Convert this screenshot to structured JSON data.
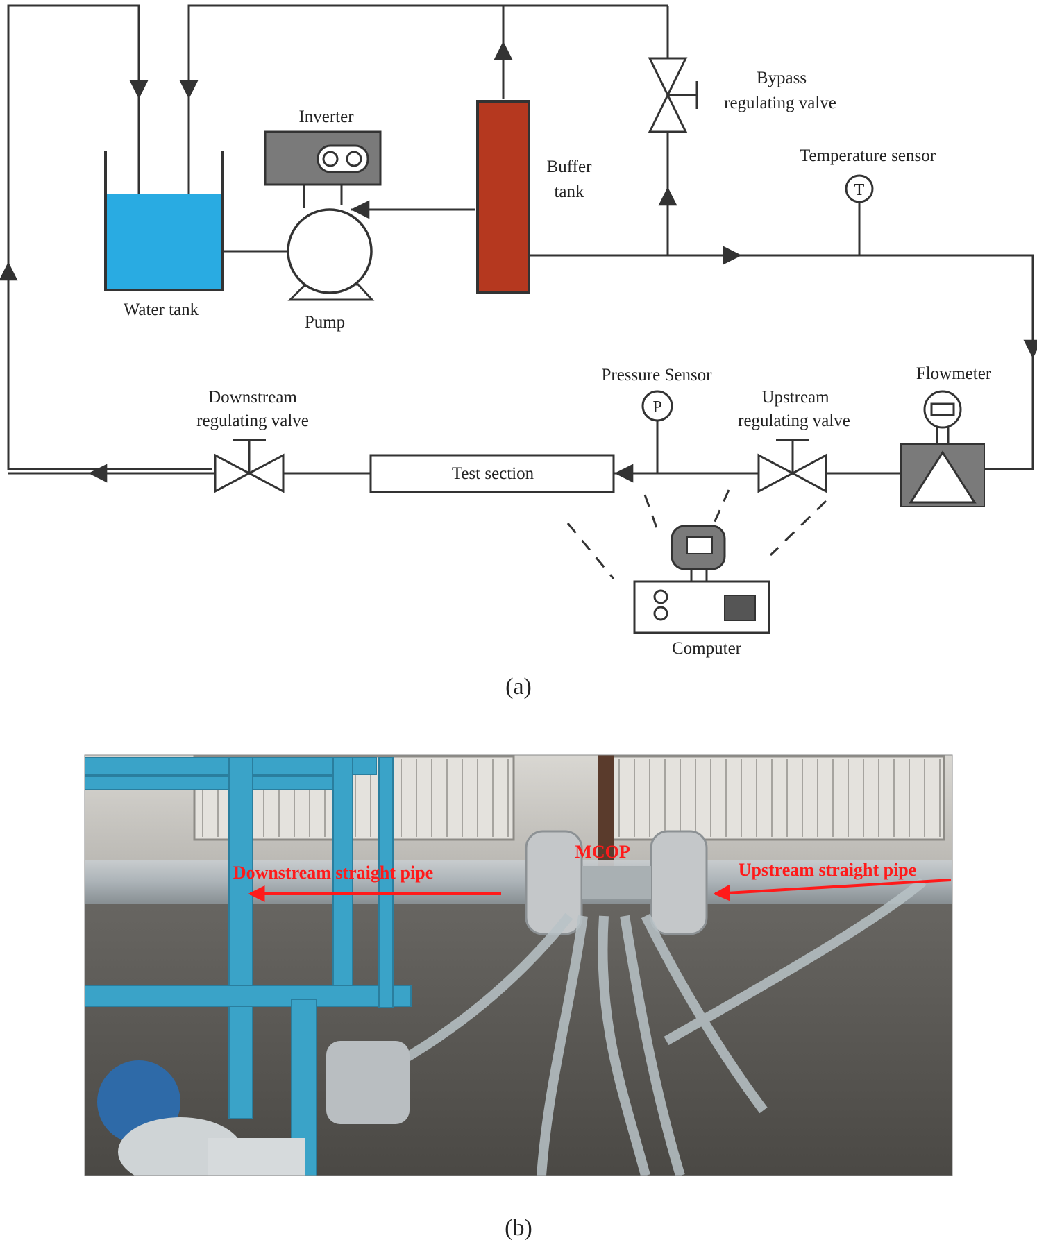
{
  "diagram": {
    "labels": {
      "water_tank": "Water tank",
      "inverter": "Inverter",
      "pump": "Pump",
      "buffer_tank_line1": "Buffer",
      "buffer_tank_line2": "tank",
      "bypass_line1": "Bypass",
      "bypass_line2": "regulating valve",
      "temperature_sensor": "Temperature sensor",
      "temperature_symbol": "T",
      "flowmeter": "Flowmeter",
      "pressure_sensor": "Pressure Sensor",
      "pressure_symbol": "P",
      "upstream_line1": "Upstream",
      "upstream_line2": "regulating valve",
      "downstream_line1": "Downstream",
      "downstream_line2": "regulating valve",
      "test_section": "Test section",
      "computer": "Computer"
    },
    "caption": "(a)"
  },
  "photo": {
    "labels": {
      "downstream_pipe": "Downstream straight pipe",
      "upstream_pipe": "Upstream straight pipe",
      "mcop": "MCOP"
    },
    "annotation_color": "#ff1a1a",
    "caption": "(b)"
  },
  "colors": {
    "water": "#29abe2",
    "buffer_tank": "#b5381f",
    "inverter_body": "#7a7a7a",
    "flowmeter_body": "#7a7a7a",
    "frame_blue": "#3aa3c8"
  }
}
